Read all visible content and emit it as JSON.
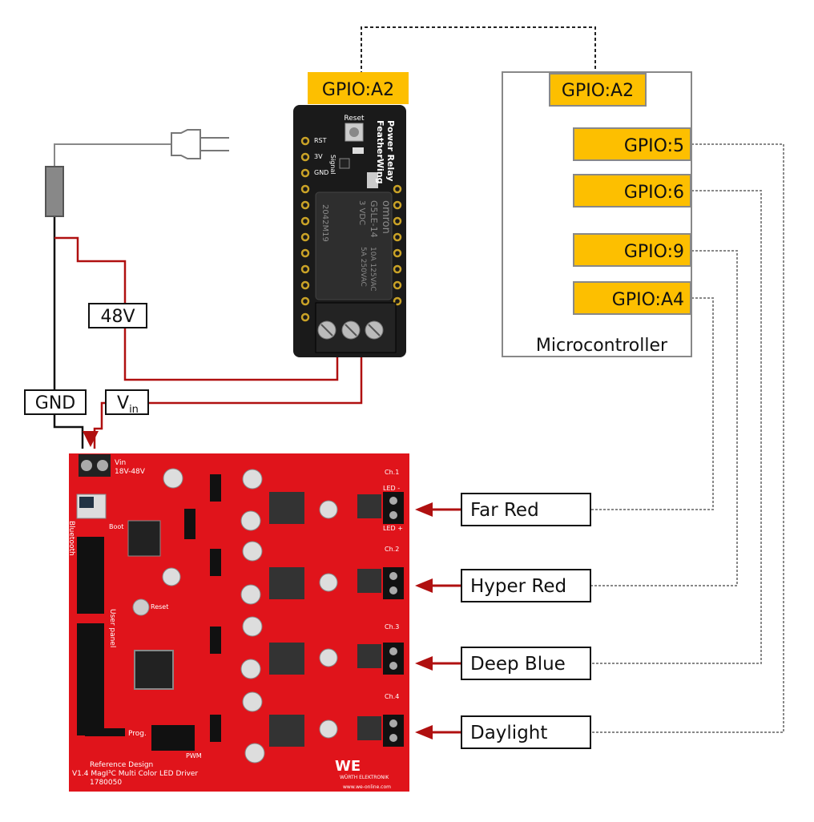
{
  "relay": {
    "gpio_label": "GPIO:A2",
    "board_title_1": "Power Relay",
    "board_title_2": "FeatherWing",
    "reset_text": "Reset",
    "rst_text": "RST",
    "signal_text": "Signal",
    "v3_text": "3V",
    "gnd_text": "GND",
    "relay_brand": "omron",
    "relay_model": "G5LE-14",
    "relay_voltage": "3 VDC",
    "relay_date": "2042M19",
    "relay_rating_1": "10A 125VAC",
    "relay_rating_2": "5A 250VAC"
  },
  "microcontroller": {
    "title": "Microcontroller",
    "pins": [
      "GPIO:A2",
      "GPIO:5",
      "GPIO:6",
      "GPIO:9",
      "GPIO:A4"
    ]
  },
  "power": {
    "v48_label": "48V",
    "gnd_label": "GND",
    "vin_label": "V",
    "vin_sub": "in"
  },
  "channels": [
    "Far Red",
    "Hyper Red",
    "Deep Blue",
    "Daylight"
  ],
  "led_board": {
    "vin_text": "Vin",
    "vin_range": "18V-48V",
    "bluetooth_text": "Bluetooth",
    "user_panel_text": "User panel",
    "boot_text": "Boot",
    "reset_text": "Reset",
    "prog_text": "Prog.",
    "pwm_text": "PWM",
    "ch_labels": [
      "Ch.1",
      "Ch.2",
      "Ch.3",
      "Ch.4"
    ],
    "led_minus": "LED -",
    "led_plus": "LED +",
    "footer_1": "Reference Design",
    "footer_2": "V1.4  MagI³C Multi Color LED Driver",
    "footer_3": "1780050",
    "brand": "WÜRTH ELEKTRONIK",
    "web": "www.we-online.com"
  },
  "colors": {
    "gpio_fill": "#FDBF00",
    "wire_red": "#B01010",
    "wire_black": "#111111",
    "wire_gray": "#888888",
    "board_red": "#E0141B",
    "relay_board": "#1A1A1A"
  }
}
